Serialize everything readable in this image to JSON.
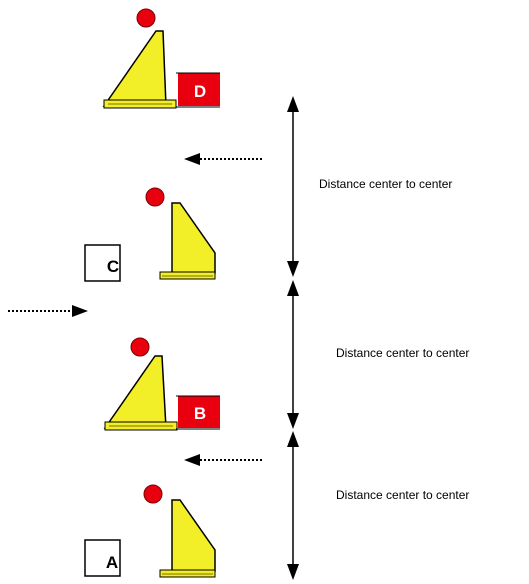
{
  "labels": {
    "a": "A",
    "b": "B",
    "c": "C",
    "d": "D"
  },
  "distances": [
    "Distance center to center",
    "Distance center to center",
    "Distance center to center"
  ],
  "colors": {
    "cone_fill": "#f2ee27",
    "cone_shadow": "#b8b010",
    "cone_outline": "#000000",
    "ball": "#e8000f",
    "tag_red": "#e8000f",
    "tag_text_on_red": "#ffffff",
    "tag_text_on_white": "#000000"
  }
}
